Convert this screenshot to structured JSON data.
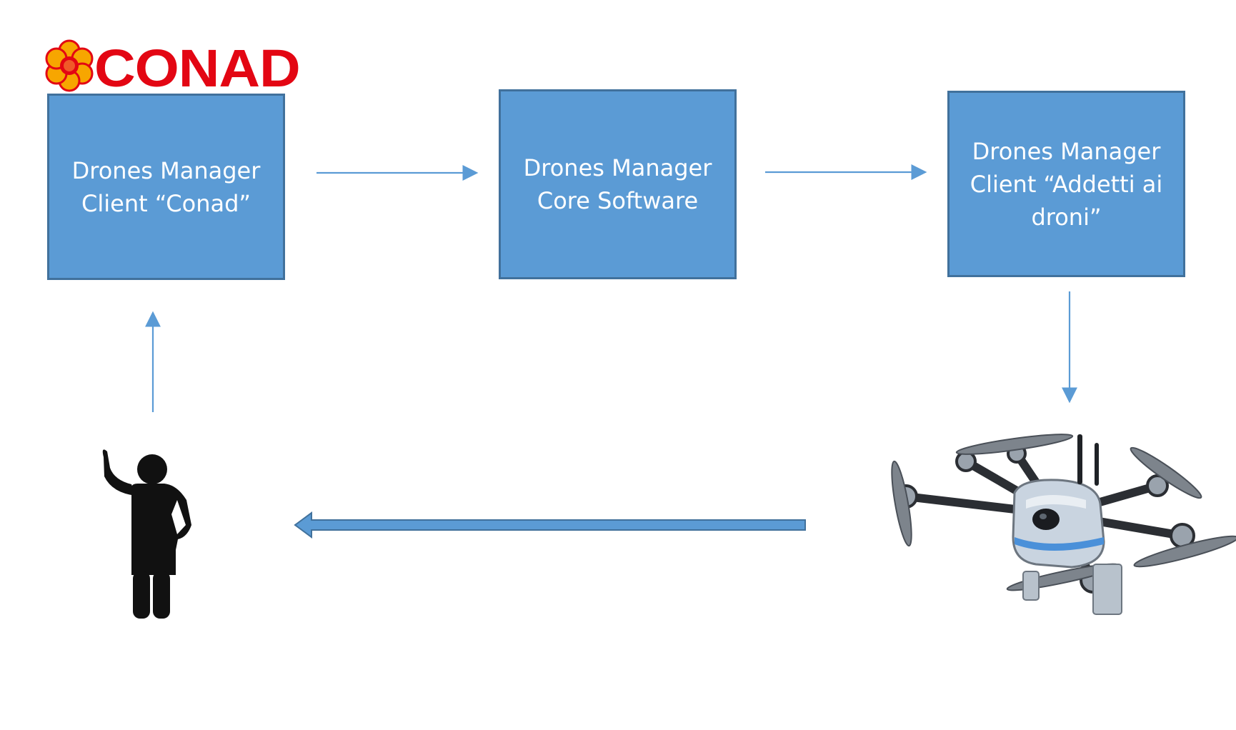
{
  "logo": {
    "text": "CONAD",
    "brand_color": "#e30613",
    "flower_petal_color": "#f7a600",
    "flower_center_color": "#e30613"
  },
  "boxes": {
    "conad": {
      "label": "Drones Manager\nClient “Conad”"
    },
    "core": {
      "label": "Drones Manager\nCore Software"
    },
    "addetti": {
      "label": "Drones Manager\nClient “Addetti ai\ndroni”"
    }
  },
  "colors": {
    "box_fill": "#5b9bd5",
    "box_border": "#41719c",
    "arrow": "#5b9bd5",
    "person": "#111111"
  },
  "icons": {
    "person": "person-raising-hand-icon",
    "drone": "hexacopter-drone-icon"
  }
}
